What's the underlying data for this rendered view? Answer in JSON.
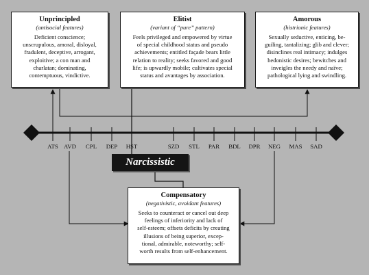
{
  "boxes": {
    "unprincipled": {
      "title": "Unprincipled",
      "subtitle": "(antisocial features)",
      "lines": [
        "Deficient conscience;",
        "unscrupulous, amoral, disloyal,",
        "fradulent, deceptive, arrogant,",
        "exploitive; a con man and",
        "charlatan; dominating,",
        "contemptuous, vindictive."
      ]
    },
    "elitist": {
      "title": "Elitist",
      "subtitle": "(variant of “pure” pattern)",
      "lines": [
        "Feels privileged and empowered by virtue",
        "of special childhood status and pseudo",
        "achievements; entitled façade bears little",
        "relation to reality; seeks favored and good",
        "life; is upwardly mobile; cultivates special",
        "status and avantages by association."
      ]
    },
    "amorous": {
      "title": "Amorous",
      "subtitle": "(histrionic features)",
      "lines": [
        "Sexually seductive, enticing, be-",
        "guiling, tantalizing; glib and clever;",
        "disinclines real intimacy; indulges",
        "hedonistic desires; bewitches and",
        "inveigles the needy and naïve;",
        "pathological lying and swindling."
      ]
    },
    "compensatory": {
      "title": "Compensatory",
      "subtitle": "(negativistic, avoidant features)",
      "lines": [
        "Seeks to counteract or cancel out deep",
        "feelings of inferiority and lack of",
        "self-esteem; offsets deficits by creating",
        "illusions of being superior, excep-",
        "tional, admirable, noteworthy; self-",
        "worth results from self-enhancement."
      ]
    }
  },
  "center_label": "Narcissistic",
  "axis_labels": [
    "ATS",
    "AVD",
    "CPL",
    "DEP",
    "HST",
    "SZD",
    "STL",
    "PAR",
    "BDL",
    "DPR",
    "NEG",
    "MAS",
    "SAD"
  ],
  "colors": {
    "background": "#b5b5b5",
    "box": "#ffffff",
    "line": "#111111",
    "center_fill": "#151515",
    "center_text": "#ffffff"
  }
}
